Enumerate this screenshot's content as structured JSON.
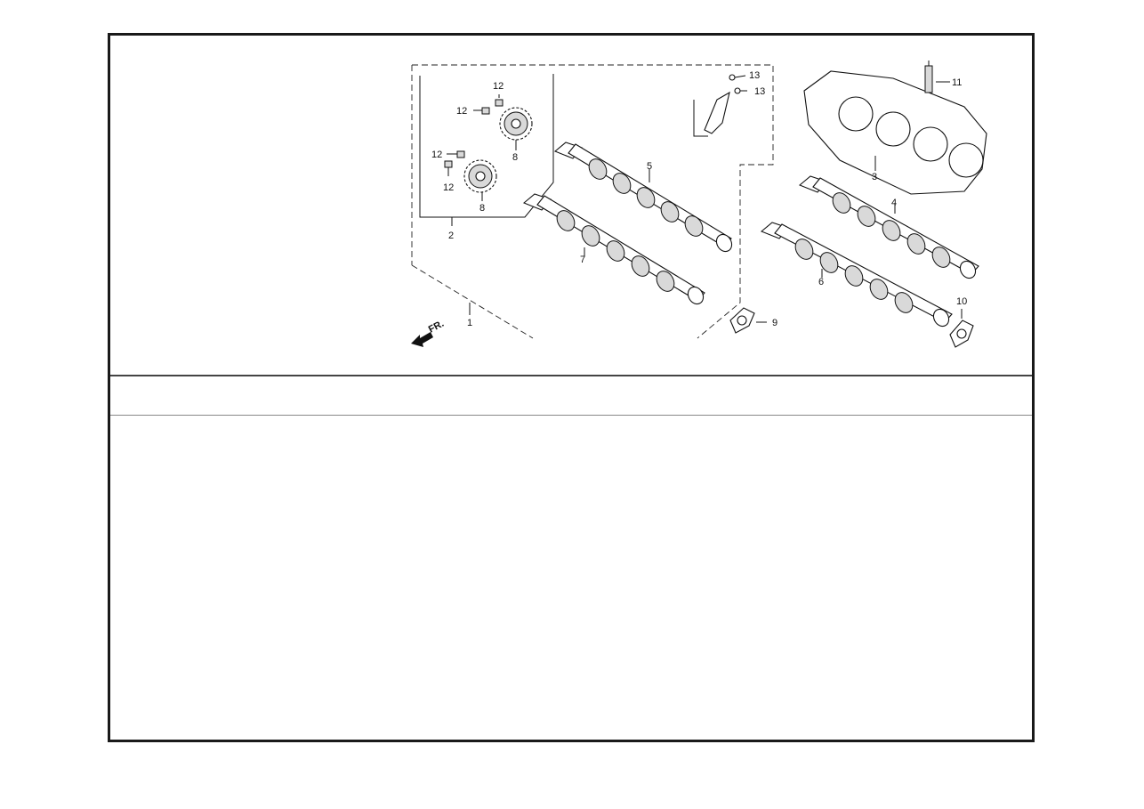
{
  "diagram": {
    "callouts": {
      "c1": "1",
      "c2": "2",
      "c3": "3",
      "c4": "4",
      "c5": "5",
      "c6": "6",
      "c7": "7",
      "c8a": "8",
      "c8b": "8",
      "c9": "9",
      "c10": "10",
      "c11": "11",
      "c12a": "12",
      "c12b": "12",
      "c12c": "12",
      "c12d": "12",
      "c13a": "13",
      "c13b": "13"
    },
    "direction_label": "FR."
  }
}
